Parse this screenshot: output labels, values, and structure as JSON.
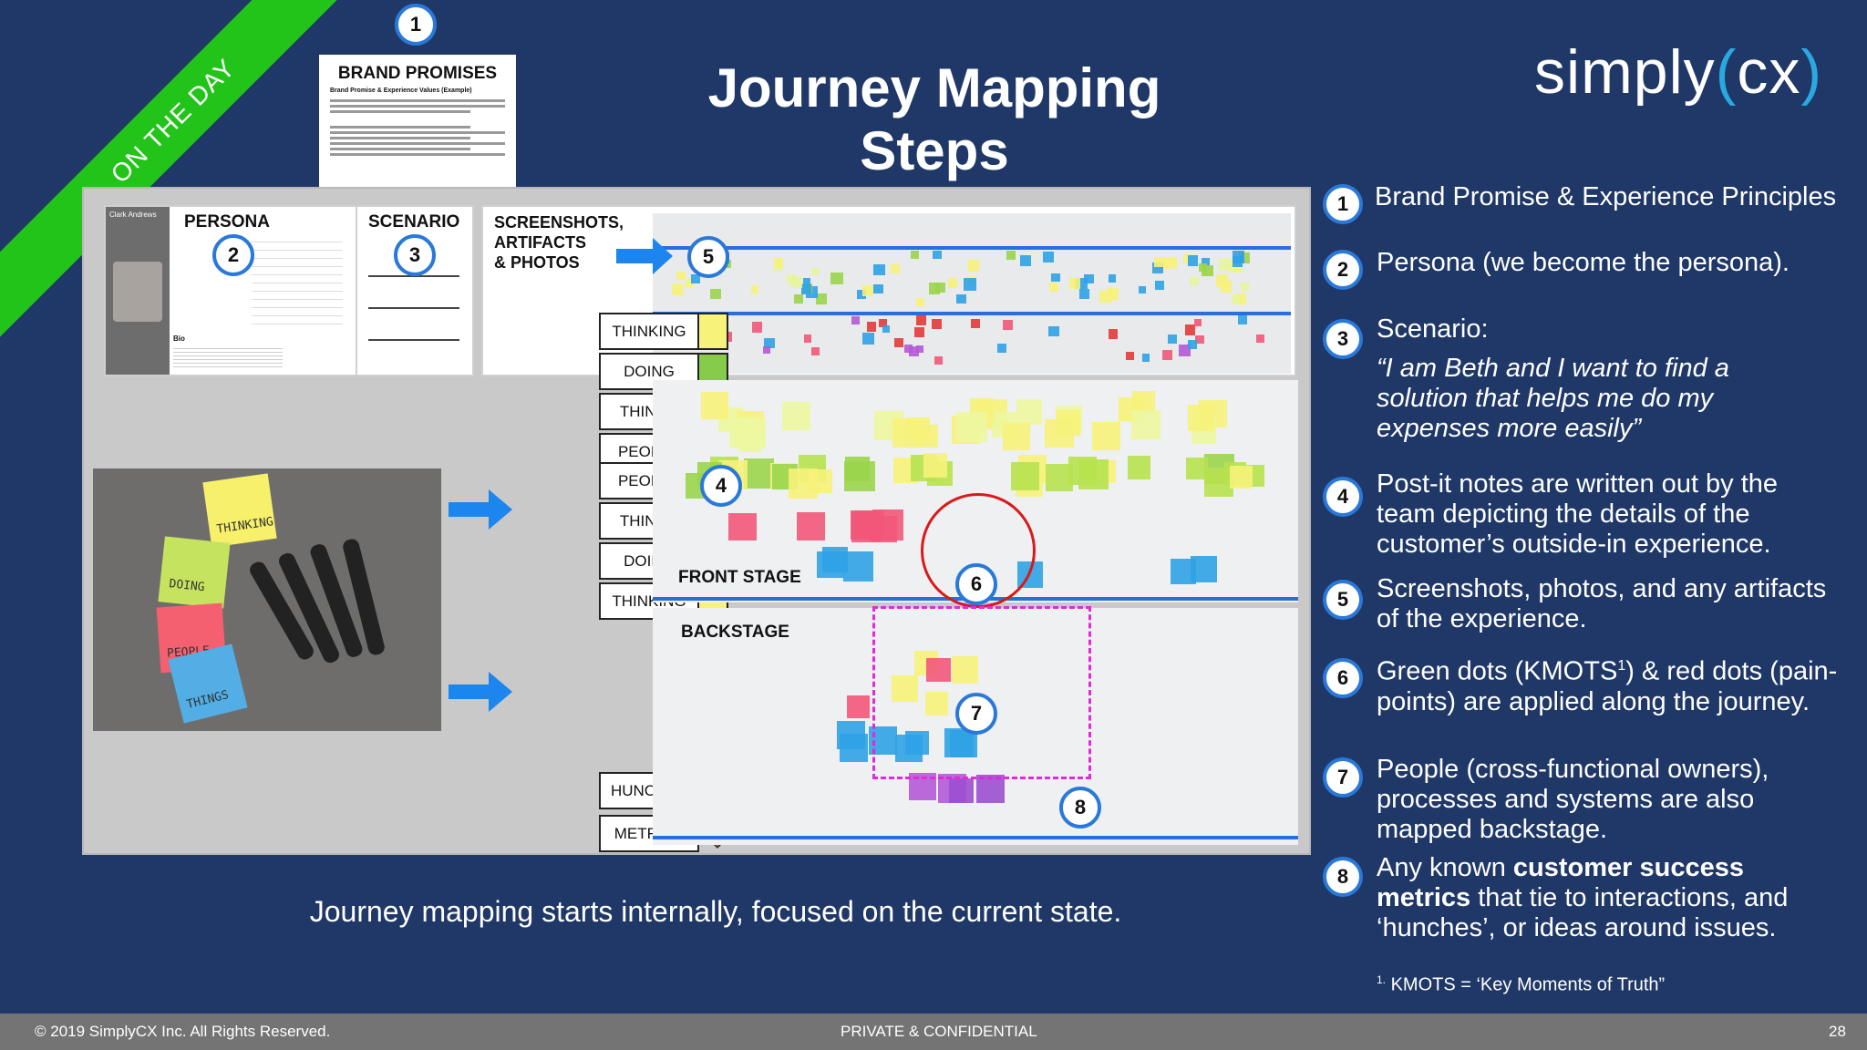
{
  "banner": {
    "text": "ON THE DAY",
    "color": "#22c41a"
  },
  "title": "Journey Mapping Steps",
  "logo": {
    "word": "simply",
    "bracket_open": "(",
    "suffix": "cx",
    "bracket_close": ")"
  },
  "brand_card": {
    "badge": "1",
    "heading": "BRAND PROMISES",
    "subheading": "Brand Promise & Experience Values (Example)"
  },
  "cards": {
    "persona": {
      "heading": "PERSONA",
      "badge": "2",
      "name": "Clark Andrews",
      "bio_label": "Bio"
    },
    "scenario": {
      "heading": "SCENARIO",
      "badge": "3"
    },
    "screenshots": {
      "heading_line1": "SCREENSHOTS,",
      "heading_line2": "ARTIFACTS",
      "heading_line3": "& PHOTOS",
      "badge": "5"
    }
  },
  "wall_badges": {
    "postits": "4",
    "dots": "6",
    "backstage": "7",
    "metrics": "8"
  },
  "stage_labels": {
    "front": "FRONT STAGE",
    "back": "BACKSTAGE"
  },
  "legend_front": [
    {
      "label": "THINKING",
      "color": "#f6f27a"
    },
    {
      "label": "DOING",
      "color": "#86cc4a"
    },
    {
      "label": "THINGS",
      "color": "#19a8e8"
    },
    {
      "label": "PEOPLE",
      "color": "#f2587a"
    }
  ],
  "legend_back": [
    {
      "label": "PEOPLE",
      "color": "#f2587a"
    },
    {
      "label": "THINGS",
      "color": "#19a8e8"
    },
    {
      "label": "DOING",
      "color": "#86cc4a"
    },
    {
      "label": "THINKING",
      "color": "#f6f27a"
    }
  ],
  "legend_extra": [
    {
      "label": "HUNCHES",
      "color": "#e22ad6"
    },
    {
      "label": "METRICS",
      "color": "#f2b91c"
    }
  ],
  "photo_notes": [
    "THINKING",
    "DOING",
    "PEOPLE",
    "THINGS"
  ],
  "right_list": [
    {
      "num": "1",
      "text": "Brand Promise & Experience Principles"
    },
    {
      "num": "2",
      "text": "Persona (we become the persona)."
    },
    {
      "num": "3",
      "text": "Scenario:",
      "quote": "“I am Beth and I want to find a solution that helps me do my expenses more easily”"
    },
    {
      "num": "4",
      "text": "Post-it notes are written out by the team depicting the details of the customer’s outside-in experience."
    },
    {
      "num": "5",
      "text": "Screenshots, photos, and any artifacts of the experience."
    },
    {
      "num": "6",
      "text_pre": "Green dots (KMOTS",
      "text_sup": "1",
      "text_post": ") & red dots (pain-points) are applied along the journey."
    },
    {
      "num": "7",
      "text": "People (cross-functional owners), processes and systems are also mapped backstage."
    },
    {
      "num": "8",
      "text_pre": "Any known ",
      "text_bold": "customer success metrics",
      "text_post": " that tie to interactions, and ‘hunches’, or ideas around issues."
    }
  ],
  "caption": "Journey mapping starts internally, focused on the current state.",
  "footnote": {
    "sup": "1.",
    "text": " KMOTS = ‘Key Moments of Truth”"
  },
  "footer": {
    "left": "© 2019 SimplyCX Inc. All Rights Reserved.",
    "center": "PRIVATE & CONFIDENTIAL",
    "right": "28"
  },
  "colors": {
    "background": "#1f3868",
    "badge_border": "#2a79d8",
    "arrow": "#1c86ee",
    "red_circle": "#d91a1a",
    "hunch_box": "#e22ad6"
  }
}
